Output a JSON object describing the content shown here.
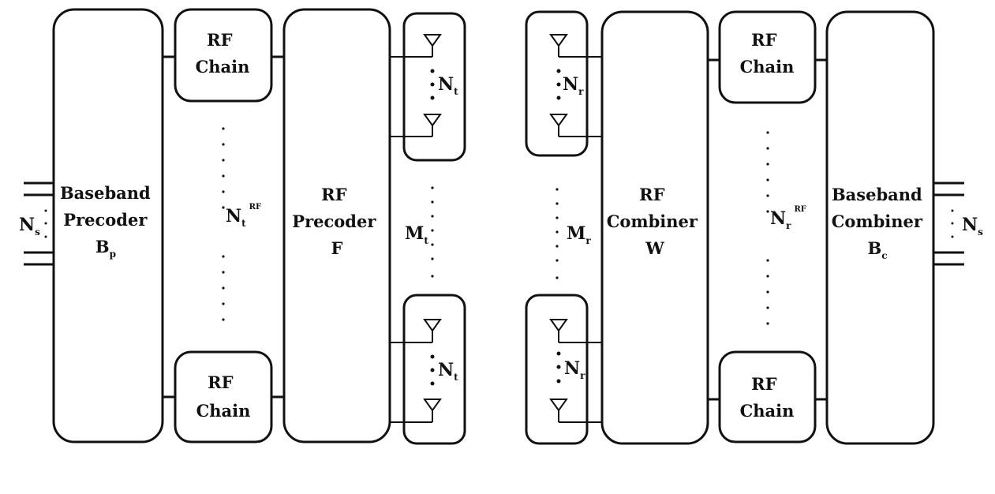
{
  "blocks": {
    "baseband_precoder": [
      "Baseband",
      "Precoder",
      "B"
    ],
    "baseband_precoder_sub": "p",
    "rf_chain_tx_top": [
      "RF",
      "Chain"
    ],
    "rf_chain_tx_bottom": [
      "RF",
      "Chain"
    ],
    "rf_precoder": [
      "RF",
      "Precoder",
      "F"
    ],
    "rf_combiner": [
      "RF",
      "Combiner",
      "W"
    ],
    "rf_chain_rx_top": [
      "RF",
      "Chain"
    ],
    "rf_chain_rx_bottom": [
      "RF",
      "Chain"
    ],
    "baseband_combiner": [
      "Baseband",
      "Combiner",
      "B"
    ],
    "baseband_combiner_sub": "c"
  },
  "labels": {
    "ns_left": {
      "base": "N",
      "sub": "s"
    },
    "ns_right": {
      "base": "N",
      "sub": "s"
    },
    "nt_rf": {
      "base": "N",
      "sub": "t",
      "sup": "RF"
    },
    "nr_rf": {
      "base": "N",
      "sub": "r",
      "sup": "RF"
    },
    "mt": {
      "base": "M",
      "sub": "t"
    },
    "mr": {
      "base": "M",
      "sub": "r"
    },
    "nt_top": {
      "base": "N",
      "sub": "t"
    },
    "nt_bottom": {
      "base": "N",
      "sub": "t"
    },
    "nr_top": {
      "base": "N",
      "sub": "r"
    },
    "nr_bottom": {
      "base": "N",
      "sub": "r"
    }
  }
}
